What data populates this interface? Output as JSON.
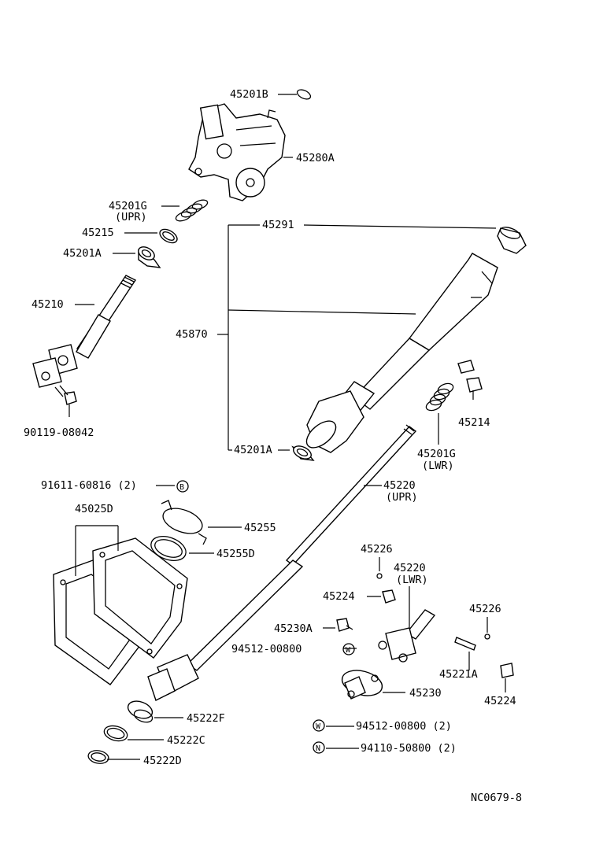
{
  "labels": {
    "p45201B": "45201B",
    "p45280A": "45280A",
    "p45201G_upr": "45201G",
    "p45201G_upr_sub": "(UPR)",
    "p45215": "45215",
    "p45201A_top": "45201A",
    "p45210": "45210",
    "p90119": "90119-08042",
    "p45291": "45291",
    "p45870": "45870",
    "p45214": "45214",
    "p45201G_lwr": "45201G",
    "p45201G_lwr_sub": "(LWR)",
    "p45201A_bot": "45201A",
    "p91611": "91611-60816 (2)",
    "sym_B": "B",
    "p45220_upr": "45220",
    "p45220_upr_sub": "(UPR)",
    "p45025D": "45025D",
    "p45255": "45255",
    "p45255D": "45255D",
    "p45226_a": "45226",
    "p45220_lwr": "45220",
    "p45220_lwr_sub": "(LWR)",
    "p45224_a": "45224",
    "p45226_b": "45226",
    "p45230A": "45230A",
    "p94512_a": "94512-00800",
    "sym_W_a": "W",
    "p45221A": "45221A",
    "p45224_b": "45224",
    "p45230": "45230",
    "p45222F": "45222F",
    "p45222C": "45222C",
    "p45222D": "45222D",
    "sym_W_b": "W",
    "p94512_b": "94512-00800 (2)",
    "sym_N": "N",
    "p94110": "94110-50800 (2)",
    "ref": "NC0679-8"
  }
}
